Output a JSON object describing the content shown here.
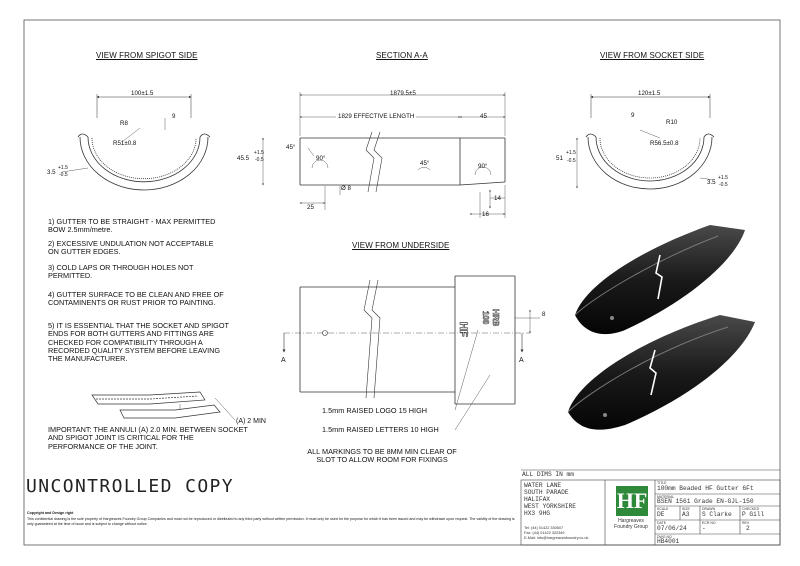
{
  "views": {
    "spigot_side": "VIEW FROM SPIGOT SIDE",
    "section": "SECTION A-A",
    "socket_side": "VIEW FROM SOCKET SIDE",
    "underside": "VIEW FROM UNDERSIDE"
  },
  "spigot_dims": {
    "width": "100±1.5",
    "r_outer": "R8",
    "r_inner": "R51±0.8",
    "nine": "9",
    "thickness_main": "3.5",
    "thickness_tol_plus": "+1.5",
    "thickness_tol_minus": "-0.5"
  },
  "section_dims": {
    "overall": "1879.5±5",
    "effective": "1829 EFFECTIVE LENGTH",
    "forty_five": "45",
    "height_main": "45.5",
    "height_tol_plus": "+1.5",
    "height_tol_minus": "-0.5",
    "angle_a": "45°",
    "angle_b": "90°",
    "angle_c": "45°",
    "angle_d": "90°",
    "hole": "Ø 8",
    "twenty_five": "25",
    "fourteen": "14",
    "sixteen": "16"
  },
  "socket_dims": {
    "width": "120±1.5",
    "nine": "9",
    "r_outer": "R10",
    "r_inner": "R56.5±0.8",
    "height_main": "51",
    "height_tol_plus": "+1.5",
    "height_tol_minus": "-0.5",
    "thickness_main": "3.5",
    "thickness_tol_plus": "+1.5",
    "thickness_tol_minus": "-0.5"
  },
  "notes": [
    "1) GUTTER TO BE STRAIGHT - MAX PERMITTED BOW 2.5mm/metre.",
    "2) EXCESSIVE UNDULATION NOT ACCEPTABLE ON GUTTER EDGES.",
    "3) COLD LAPS OR THROUGH HOLES NOT PERMITTED.",
    "4) GUTTER SURFACE TO BE CLEAN AND FREE OF CONTAMINENTS OR RUST PRIOR TO PAINTING.",
    "5) IT IS ESSENTIAL THAT THE SOCKET AND SPIGOT ENDS FOR BOTH GUTTERS AND FITTINGS ARE CHECKED FOR COMPATIBILITY THROUGH A RECORDED QUALITY SYSTEM BEFORE LEAVING THE MANUFACTURER."
  ],
  "joint": {
    "annuli": "(A) 2 MIN",
    "important": "IMPORTANT: THE ANNULI (A) 2.0 MIN. BETWEEN SOCKET AND SPIGOT JOINT IS CRITICAL FOR THE PERFORMANCE OF THE JOINT."
  },
  "underside": {
    "section_marker": "A",
    "eight": "8",
    "logo_mark": "HF",
    "letters_a": "HRB",
    "letters_b": "100",
    "logo_note": "1.5mm RAISED LOGO 15 HIGH",
    "letters_note": "1.5mm RAISED LETTERS 10 HIGH",
    "markings_note": "ALL MARKINGS TO BE 8MM MIN CLEAR OF SLOT TO ALLOW ROOM FOR FIXINGS"
  },
  "uncontrolled": "UNCONTROLLED COPY",
  "copyright": {
    "heading": "Copyright and Design right",
    "body": "This confidential drawing is the sole property of Hargreaves Foundry Group Companies and must not be reproduced or distributed to any third party without written permission. It must only be used for the purpose for which it has been issued and may be withdrawn upon request. The validity of the drawing is only guaranteed at the time of issue and is subject to change without notice."
  },
  "title_block": {
    "all_dims": "ALL DIMS IN mm",
    "address": [
      "WATER LANE",
      "SOUTH PARADE",
      "HALIFAX",
      "WEST YORKSHIRE",
      "HX3 9HG"
    ],
    "tel": "Tel: (44) 01422 330607",
    "fax": "Fax: (44) 01422 320349",
    "email": "E-Mail: info@hargreavesfoundry.co.uk",
    "logo": "HF",
    "company": "Hargreaves Foundry Group",
    "title_label": "TITLE",
    "title": "100mm Beaded HF Gutter 6Ft",
    "material_label": "MATERIAL",
    "material": "BSEN 1561 Grade EN-GJL-150",
    "scale_label": "SCALE",
    "scale": "DE",
    "size_label": "SIZE",
    "size": "A3",
    "drawn_label": "DRAWN",
    "drawn": "S Clarke",
    "checked_label": "CHECKED",
    "checked": "P Gill",
    "date_label": "DATE",
    "date": "07/06/24",
    "ecr_label": "ECR NO",
    "ecr": "-",
    "rev_label": "REV",
    "rev": "2",
    "dwg_label": "DWG NO",
    "dwg": "HB4001"
  }
}
